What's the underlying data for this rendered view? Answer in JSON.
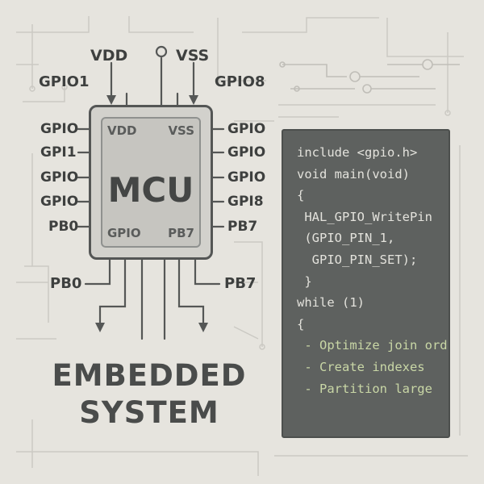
{
  "diagram": {
    "power_labels": {
      "vdd": "VDD",
      "vss": "VSS"
    },
    "side_labels": {
      "top_left": "GPIO1",
      "top_right": "GPIO8"
    },
    "left_pins": [
      "GPIO",
      "GPI1",
      "GPIO",
      "GPIO",
      "PB0"
    ],
    "right_pins": [
      "GPIO",
      "GPIO",
      "GPIO",
      "GPI8",
      "PB7"
    ],
    "bottom_labels": {
      "left": "PB0",
      "right": "PB7"
    },
    "chip": {
      "name": "MCU",
      "top_left": "VDD",
      "top_right": "VSS",
      "bottom_left": "GPIO",
      "bottom_right": "PB7"
    },
    "title_line1": "EMBEDDED",
    "title_line2": "SYSTEM"
  },
  "code": {
    "lines": [
      {
        "text": "include <gpio.h>",
        "kind": "code"
      },
      {
        "text": "void main(void)",
        "kind": "code"
      },
      {
        "text": "{",
        "kind": "code"
      },
      {
        "text": " HAL_GPIO_WritePin",
        "kind": "code"
      },
      {
        "text": " (GPIO_PIN_1,",
        "kind": "code"
      },
      {
        "text": "  GPIO_PIN_SET);",
        "kind": "code"
      },
      {
        "text": " }",
        "kind": "code"
      },
      {
        "text": "while (1)",
        "kind": "code"
      },
      {
        "text": "{",
        "kind": "code"
      },
      {
        "text": " - Optimize join ord",
        "kind": "comment"
      },
      {
        "text": " - Create indexes",
        "kind": "comment"
      },
      {
        "text": " - Partition large",
        "kind": "comment"
      }
    ]
  },
  "colors": {
    "background": "#e6e4de",
    "code_panel": "#5e615f",
    "code_text": "#e3e2dc",
    "comment_text": "#c9d7a6"
  }
}
